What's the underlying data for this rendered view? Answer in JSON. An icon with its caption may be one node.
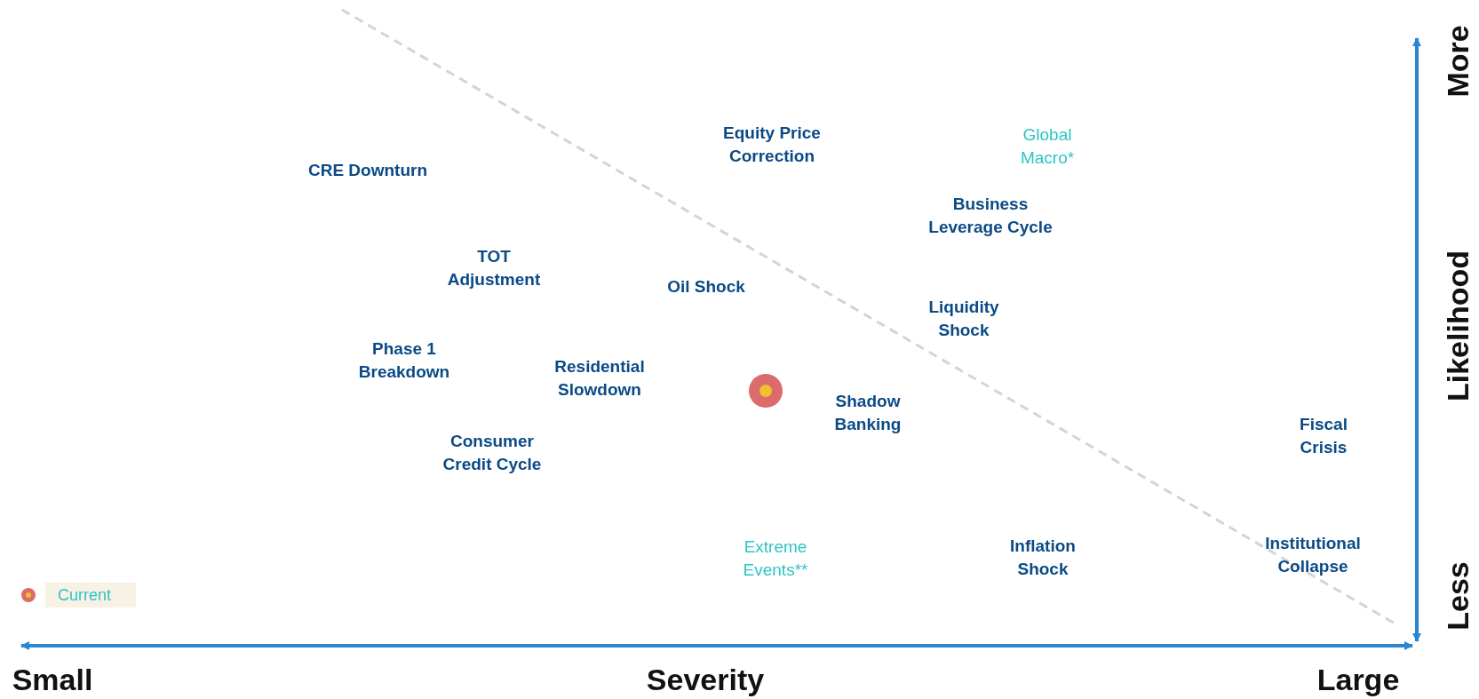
{
  "diagram": {
    "labels": [
      "CRE Downturn",
      "Equity Price Correction",
      "Global Macro*",
      "Business Leverage Cycle",
      "TOT Adjustment",
      "Oil Shock",
      "Liquidity Shock",
      "Phase 1 Breakdown",
      "Residential Slowdown",
      "Shadow Banking",
      "Fiscal Crisis",
      "Consumer Credit Cycle",
      "Extreme Events**",
      "Inflation Shock",
      "Institutional Collapse",
      "More",
      "Likelihood",
      "Less",
      "Small",
      "Severity",
      "Large"
    ],
    "legend": [
      {
        "text": "Current"
      }
    ]
  }
}
